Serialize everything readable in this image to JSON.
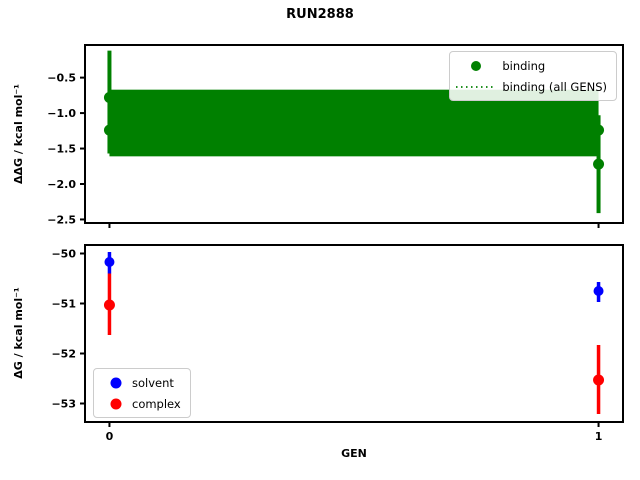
{
  "title": "RUN2888",
  "colors": {
    "binding": "#008000",
    "solvent": "#0000ff",
    "complex": "#ff0000",
    "frame": "#000000",
    "legend_border": "#cccccc"
  },
  "chart_data": [
    {
      "type": "scatter",
      "ylabel": "ΔΔG / kcal mol⁻¹",
      "xlabel": "",
      "xlim": [
        -0.05,
        1.05
      ],
      "ylim": [
        -2.55,
        -0.04
      ],
      "grid": false,
      "yticks": [
        {
          "v": -0.5,
          "label": "−0.5"
        },
        {
          "v": -1.0,
          "label": "−1.0"
        },
        {
          "v": -1.5,
          "label": "−1.5"
        },
        {
          "v": -2.0,
          "label": "−2.0"
        },
        {
          "v": -2.5,
          "label": "−2.5"
        }
      ],
      "xticks": [
        {
          "v": 0,
          "label": ""
        },
        {
          "v": 1,
          "label": ""
        }
      ],
      "band": {
        "x0": 0,
        "x1": 1,
        "ylo": -1.61,
        "yhi": -0.67,
        "color": "#008000"
      },
      "allgens_line": {
        "x0": 0,
        "x1": 1,
        "y": -1.24,
        "style": "dotted",
        "color": "#008000"
      },
      "series": [
        {
          "name": "binding",
          "color": "#008000",
          "marker_radius": 5.5,
          "linewidth": 4,
          "points": [
            {
              "x": 0,
              "y": -0.78,
              "ylo": -1.57,
              "yhi": -0.12
            },
            {
              "x": 1,
              "y": -1.72,
              "ylo": -2.41,
              "yhi": -1.03
            }
          ]
        }
      ],
      "legend": {
        "position": "upper right",
        "entries": [
          {
            "label": "binding",
            "swatch": "marker",
            "color": "#008000"
          },
          {
            "label": "binding (all GENS)",
            "swatch": "dotted-line",
            "color": "#008000"
          }
        ]
      }
    },
    {
      "type": "scatter",
      "ylabel": "ΔG / kcal mol⁻¹",
      "xlabel": "GEN",
      "xlim": [
        -0.05,
        1.05
      ],
      "ylim": [
        -53.37,
        -49.83
      ],
      "grid": false,
      "yticks": [
        {
          "v": -50,
          "label": "−50"
        },
        {
          "v": -51,
          "label": "−51"
        },
        {
          "v": -52,
          "label": "−52"
        },
        {
          "v": -53,
          "label": "−53"
        }
      ],
      "xticks": [
        {
          "v": 0,
          "label": "0"
        },
        {
          "v": 1,
          "label": "1"
        }
      ],
      "series": [
        {
          "name": "solvent",
          "color": "#0000ff",
          "marker_radius": 5,
          "linewidth": 3.5,
          "points": [
            {
              "x": 0,
              "y": -50.17,
              "ylo": -50.4,
              "yhi": -49.97
            },
            {
              "x": 1,
              "y": -50.75,
              "ylo": -50.97,
              "yhi": -50.57
            }
          ]
        },
        {
          "name": "complex",
          "color": "#ff0000",
          "marker_radius": 5.5,
          "linewidth": 3.5,
          "points": [
            {
              "x": 0,
              "y": -51.03,
              "ylo": -51.63,
              "yhi": -50.4
            },
            {
              "x": 1,
              "y": -52.53,
              "ylo": -53.21,
              "yhi": -51.83
            }
          ]
        }
      ],
      "legend": {
        "position": "lower left",
        "entries": [
          {
            "label": "solvent",
            "swatch": "marker",
            "color": "#0000ff"
          },
          {
            "label": "complex",
            "swatch": "marker",
            "color": "#ff0000"
          }
        ]
      }
    }
  ]
}
